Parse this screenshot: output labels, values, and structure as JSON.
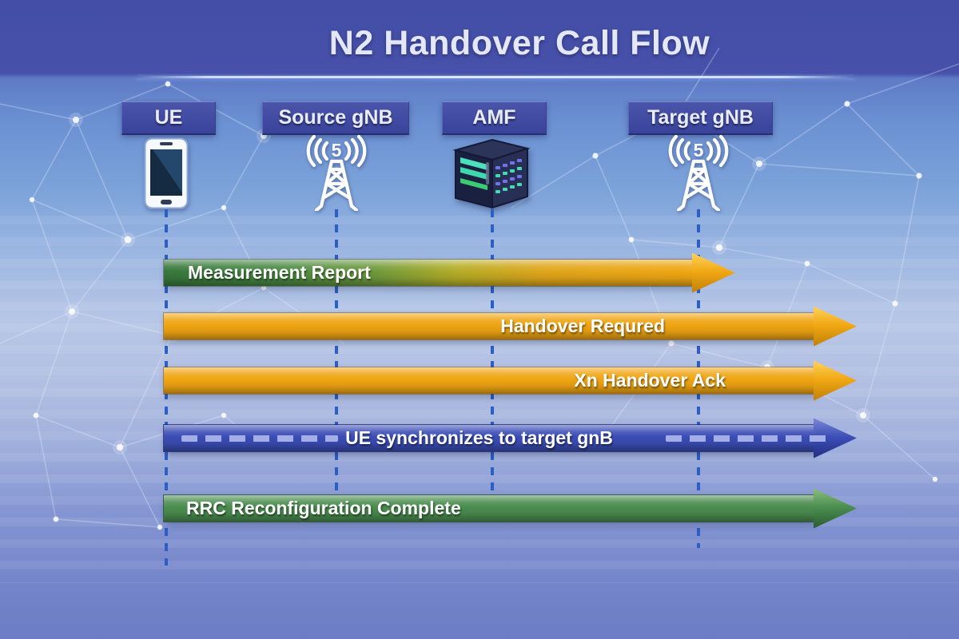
{
  "title": "N2 Handover Call Flow",
  "entities": [
    {
      "label": "UE",
      "icon": "smartphone-icon"
    },
    {
      "label": "Source gNB",
      "icon": "cell-tower-5g-icon"
    },
    {
      "label": "AMF",
      "icon": "server-icon"
    },
    {
      "label": "Target gNB",
      "icon": "cell-tower-5g-icon"
    }
  ],
  "messages": [
    {
      "label": "Measurement Report",
      "style": "green-to-orange-gradient",
      "line": "solid",
      "text_align": "left"
    },
    {
      "label": "Handover Requred",
      "style": "orange",
      "line": "solid",
      "text_align": "right"
    },
    {
      "label": "Xn Handover Ack",
      "style": "orange",
      "line": "solid",
      "text_align": "right"
    },
    {
      "label": "UE synchronizes to target gnB",
      "style": "blue",
      "line": "dashed",
      "text_align": "center"
    },
    {
      "label": "RRC Reconfiguration Complete",
      "style": "green",
      "line": "solid",
      "text_align": "left"
    }
  ],
  "colors": {
    "orange_arrow": "#f0a512",
    "green_arrow": "#4a8d4f",
    "blue_arrow": "#3b4db6",
    "gradient_green_start": "#37773c",
    "lifeline_blue": "#2d5ec4",
    "entity_box_blue": "#3f4a9d",
    "background_top": "#4751a9",
    "background_mid": "#b7c6e6",
    "background_bottom": "#6c7cc5"
  }
}
